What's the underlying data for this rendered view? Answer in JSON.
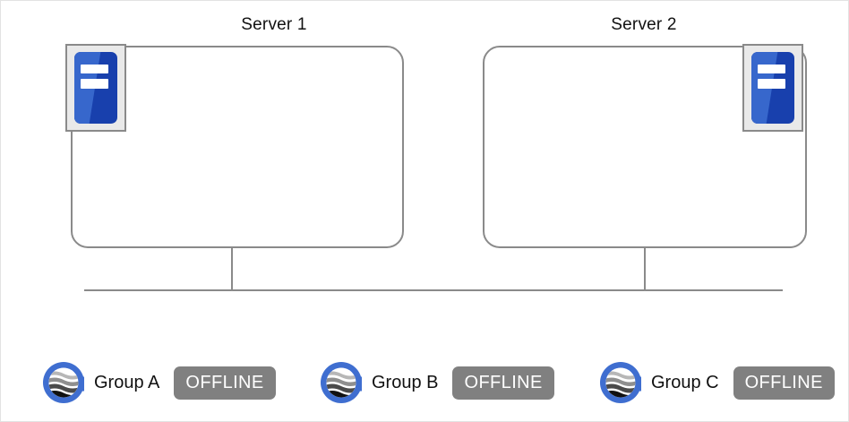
{
  "page": {
    "background_color": "#ffffff",
    "border_color": "#e3e3e3"
  },
  "topology": {
    "line_color": "#8a8a8a",
    "servers": [
      {
        "label": "Server 1",
        "icon_name": "server-device-icon",
        "icon_position": "top-left"
      },
      {
        "label": "Server 2",
        "icon_name": "server-device-icon",
        "icon_position": "top-right"
      }
    ],
    "bus": {
      "name": "shared-bus-line"
    }
  },
  "groups": {
    "logo_icon": "group-globe-logo-icon",
    "logo_ring_color": "#3f6ed0",
    "badge_color": "#808080",
    "badge_text_color": "#ffffff",
    "items": [
      {
        "label": "Group A",
        "status": "OFFLINE"
      },
      {
        "label": "Group B",
        "status": "OFFLINE"
      },
      {
        "label": "Group C",
        "status": "OFFLINE"
      }
    ]
  }
}
